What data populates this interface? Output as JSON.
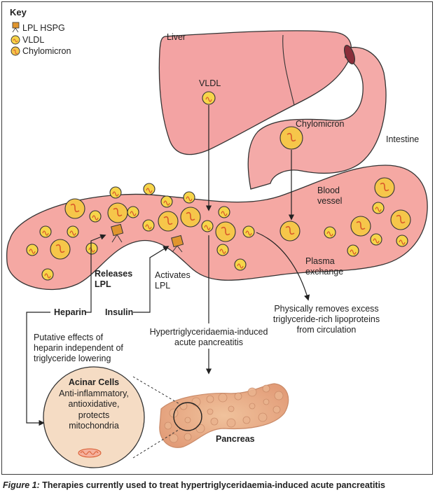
{
  "key": {
    "title": "Key",
    "items": [
      {
        "label": "LPL HSPG",
        "icon": "lpl-hspg-icon"
      },
      {
        "label": "VLDL",
        "icon": "vldl-icon"
      },
      {
        "label": "Chylomicron",
        "icon": "chylomicron-icon"
      }
    ]
  },
  "labels": {
    "liver": "Liver",
    "vldl": "VLDL",
    "chylomicron": "Chylomicron",
    "intestine": "Intestine",
    "blood_vessel_1": "Blood",
    "blood_vessel_2": "vessel",
    "plasma_exchange_1": "Plasma",
    "plasma_exchange_2": "exchange",
    "releases_lpl_1": "Releases",
    "releases_lpl_2": "LPL",
    "activates_lpl_1": "Activates",
    "activates_lpl_2": "LPL",
    "heparin": "Heparin",
    "insulin": "Insulin",
    "plasma_exchange_effect": [
      "Physically removes excess",
      "triglyceride-rich lipoproteins",
      "from circulation"
    ],
    "htg_ap": [
      "Hypertriglyceridaemia-induced",
      "acute pancreatitis"
    ],
    "heparin_effects": [
      "Putative effects of",
      "heparin independent of",
      "triglyceride lowering"
    ],
    "acinar_title": "Acinar Cells",
    "acinar_effects": [
      "Anti-inflammatory,",
      "antioxidative,",
      "protects",
      "mitochondria"
    ],
    "pancreas": "Pancreas"
  },
  "caption": {
    "figure": "Figure 1:",
    "text": " Therapies currently used to treat hypertriglyceridaemia-induced acute pancreatitis"
  },
  "colors": {
    "organ_fill": "#f3a3a3",
    "organ_light": "#f8c7c7",
    "organ_stroke": "#333333",
    "vessel_fill": "#f5a8a3",
    "particle_fill": "#f7d54a",
    "chylo_fill": "#f6c64a",
    "squiggle": "#d8572a",
    "lpl": "#e0952e",
    "pancreas": "#e8b08a",
    "acinar_fill": "#f5dcc4"
  }
}
